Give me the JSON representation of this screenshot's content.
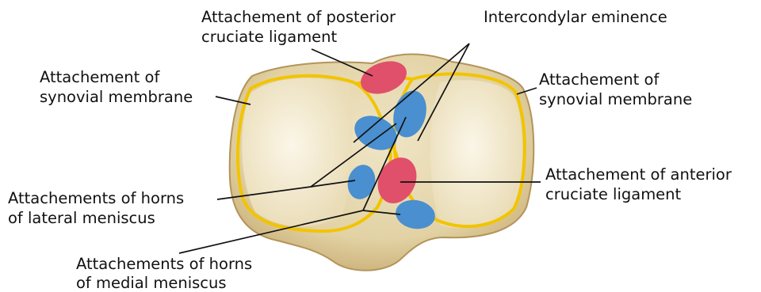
{
  "labels": {
    "posterior_cruciate": [
      "Attachement of posterior",
      "cruciate ligament"
    ],
    "intercondylar": "Intercondylar eminence",
    "synovial_left": [
      "Attachement of",
      "synovial membrane"
    ],
    "synovial_right": [
      "Attachement of",
      "synovial membrane"
    ],
    "anterior_cruciate": [
      "Attachement of anterior",
      "cruciate ligament"
    ],
    "lateral_meniscus": [
      "Attachements of horns",
      "of lateral meniscus"
    ],
    "medial_meniscus": [
      "Attachements of horns",
      "of medial meniscus"
    ]
  },
  "colors": {
    "bone_edge": "#c9b07a",
    "bone_fill": "#e8dcb8",
    "articular": "#f3ecd6",
    "synovial_line": "#f2c400",
    "cruciate_attachment": "#e0506a",
    "meniscus_attachment": "#4a8fcf"
  }
}
